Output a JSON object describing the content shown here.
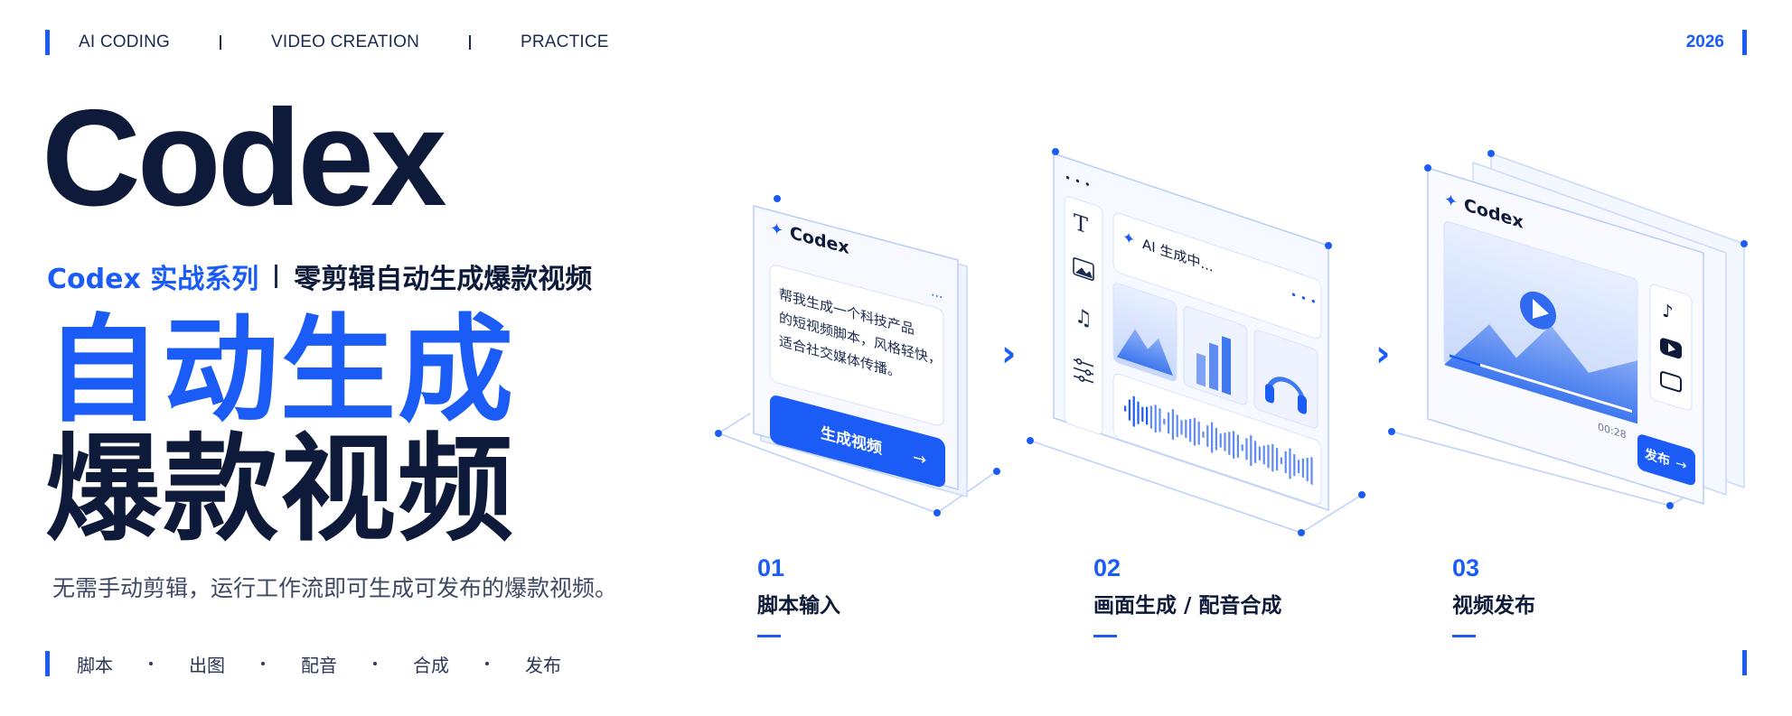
{
  "topnav": {
    "items": [
      "AI CODING",
      "VIDEO CREATION",
      "PRACTICE"
    ],
    "year": "2026"
  },
  "hero": {
    "title": "Codex",
    "series": "Codex 实战系列",
    "tagline": "零剪辑自动生成爆款视频",
    "big_line1": "自动生成",
    "big_line2": "爆款视频",
    "description": "无需手动剪辑，运行工作流即可生成可发布的爆款视频。",
    "tags": [
      "脚本",
      "出图",
      "配音",
      "合成",
      "发布"
    ]
  },
  "steps": [
    {
      "num": "01",
      "label": "脚本输入"
    },
    {
      "num": "02",
      "label": "画面生成 / 配音合成"
    },
    {
      "num": "03",
      "label": "视频发布"
    }
  ],
  "panel1": {
    "brand": "Codex",
    "menu": "...",
    "prompt_line1": "帮我生成一个科技产品",
    "prompt_line2": "的短视频脚本，风格轻快，",
    "prompt_line3": "适合社交媒体传播。",
    "button": "生成视频",
    "arrow": "→"
  },
  "panel2": {
    "dots": "• • •",
    "status": "AI 生成中...",
    "menu": "• • •",
    "tools": [
      "T",
      "image-icon",
      "music-icon",
      "sliders-icon"
    ]
  },
  "panel3": {
    "brand": "Codex",
    "time": "00:28",
    "publish": "发布",
    "arrow": "→",
    "platforms": [
      "tiktok-icon",
      "youtube-icon",
      "bilibili-icon"
    ]
  },
  "colors": {
    "accent": "#1a5cf5",
    "navy": "#0e1a3a",
    "panel_border": "#c9d8fb",
    "panel_fill": "#f5f8ff"
  }
}
